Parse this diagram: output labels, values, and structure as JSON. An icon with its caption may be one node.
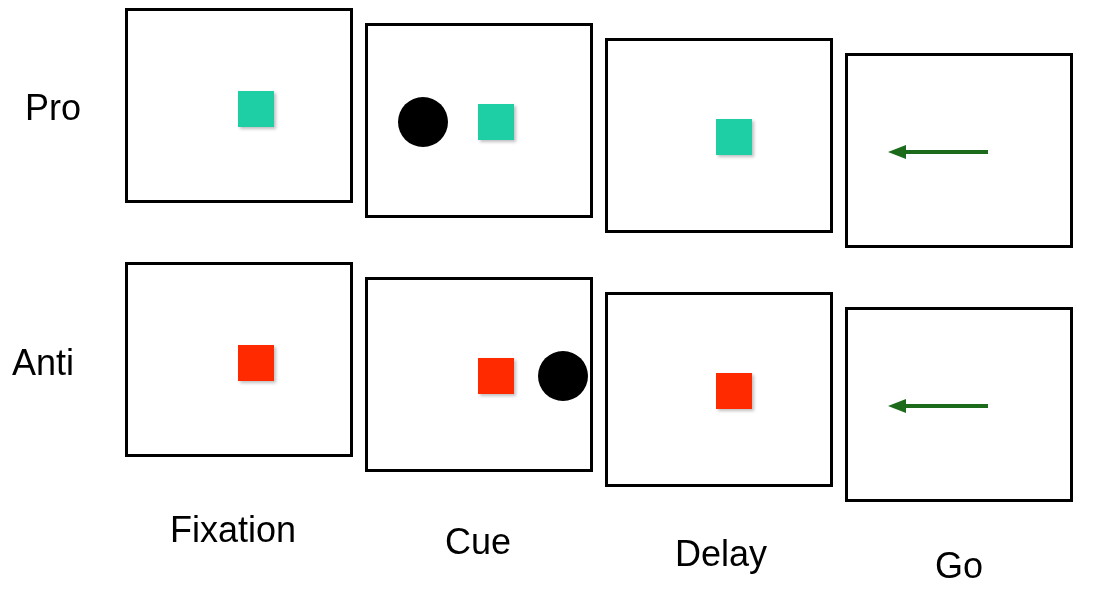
{
  "diagram": {
    "nodes": [
      {
        "text": [],
        "shape": "box"
      },
      {
        "text": [],
        "shape": "box"
      },
      {
        "text": [],
        "shape": "box"
      },
      {
        "text": [],
        "shape": "box"
      },
      {
        "text": [],
        "shape": "box"
      },
      {
        "text": [],
        "shape": "box"
      },
      {
        "text": [],
        "shape": "box"
      },
      {
        "text": [],
        "shape": "box"
      },
      {
        "text": [],
        "shape": "box",
        "in": 0
      },
      {
        "text": [],
        "shape": "circle",
        "in": 1
      },
      {
        "text": [],
        "shape": "box",
        "in": 1
      },
      {
        "text": [],
        "shape": "box",
        "in": 2
      },
      {
        "text": [],
        "shape": "box",
        "in": 4
      },
      {
        "text": [],
        "shape": "box",
        "in": 5
      },
      {
        "text": [],
        "shape": "circle",
        "in": 5
      },
      {
        "text": [],
        "shape": "box",
        "in": 6
      }
    ],
    "labels": [
      "Pro",
      "Anti",
      "Fixation",
      "Cue",
      "Delay",
      "Go"
    ]
  }
}
